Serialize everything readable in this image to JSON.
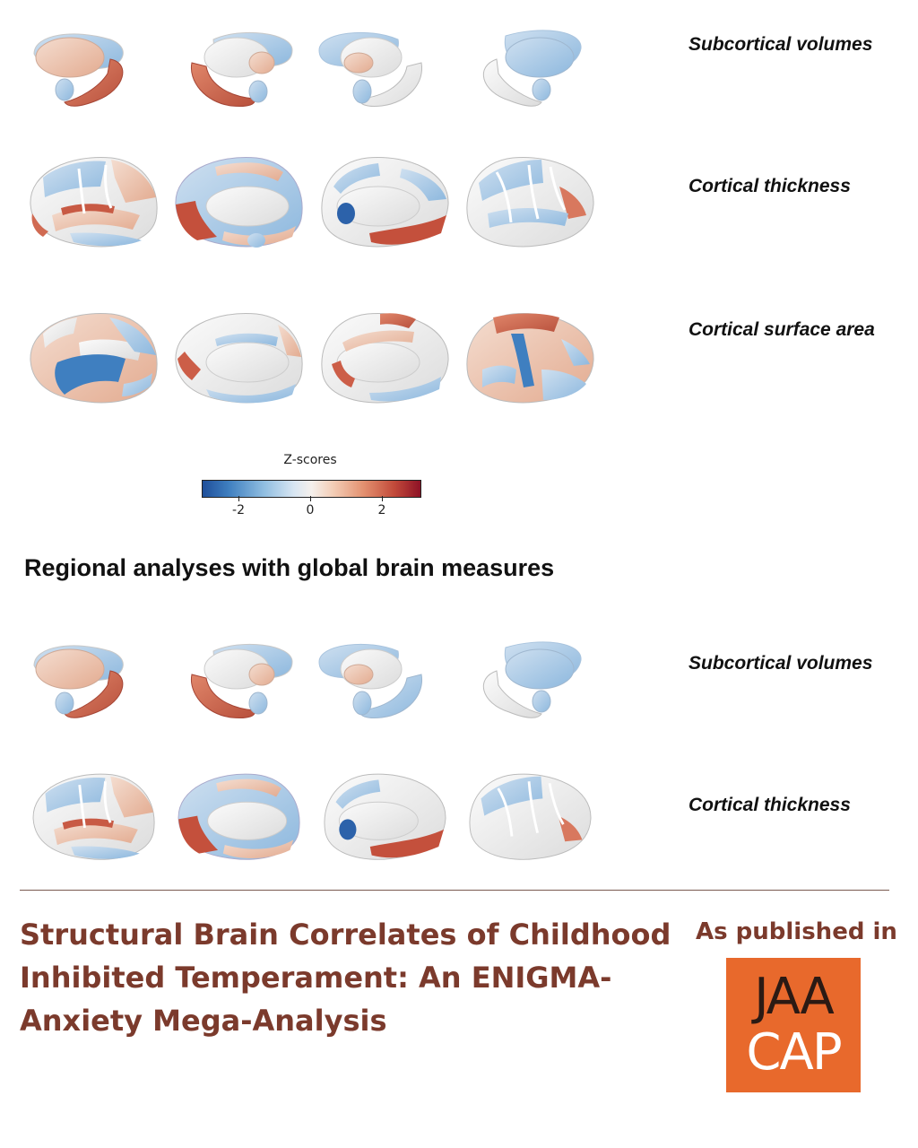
{
  "rows": {
    "r1": "Subcortical volumes",
    "r2": "Cortical thickness",
    "r3": "Cortical surface area",
    "r4": "Subcortical volumes",
    "r5": "Cortical thickness"
  },
  "colorbar": {
    "title": "Z-scores",
    "ticks": [
      "-2",
      "0",
      "2"
    ],
    "range": [
      -3,
      3
    ],
    "colors": [
      "#1f4f9a",
      "#8fbde0",
      "#f5f0ec",
      "#e3906f",
      "#8e1226"
    ]
  },
  "section": {
    "heading": "Regional analyses with global brain measures"
  },
  "footer": {
    "title_lines": [
      "Structural Brain Correlates of Childhood",
      "Inhibited Temperament: An ENIGMA-",
      "Anxiety Mega-Analysis"
    ],
    "published_label": "As published in",
    "logo_line1": "JAA",
    "logo_line2": "CAP",
    "accent_color": "#7b3a2c",
    "logo_color": "#e8692c"
  }
}
